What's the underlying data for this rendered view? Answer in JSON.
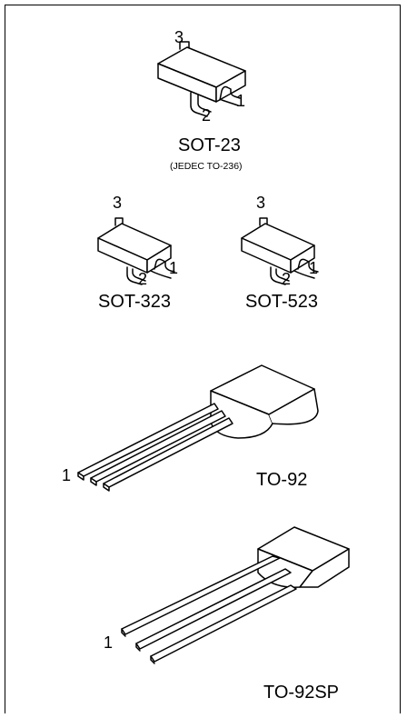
{
  "packages": {
    "sot23": {
      "name": "SOT-23",
      "note": "(JEDEC TO-236)",
      "pins": [
        "1",
        "2",
        "3"
      ]
    },
    "sot323": {
      "name": "SOT-323",
      "pins": [
        "1",
        "2",
        "3"
      ]
    },
    "sot523": {
      "name": "SOT-523",
      "pins": [
        "1",
        "2",
        "3"
      ]
    },
    "to92": {
      "name": "TO-92",
      "pin1": "1"
    },
    "to92sp": {
      "name": "TO-92SP",
      "pin1": "1"
    }
  }
}
